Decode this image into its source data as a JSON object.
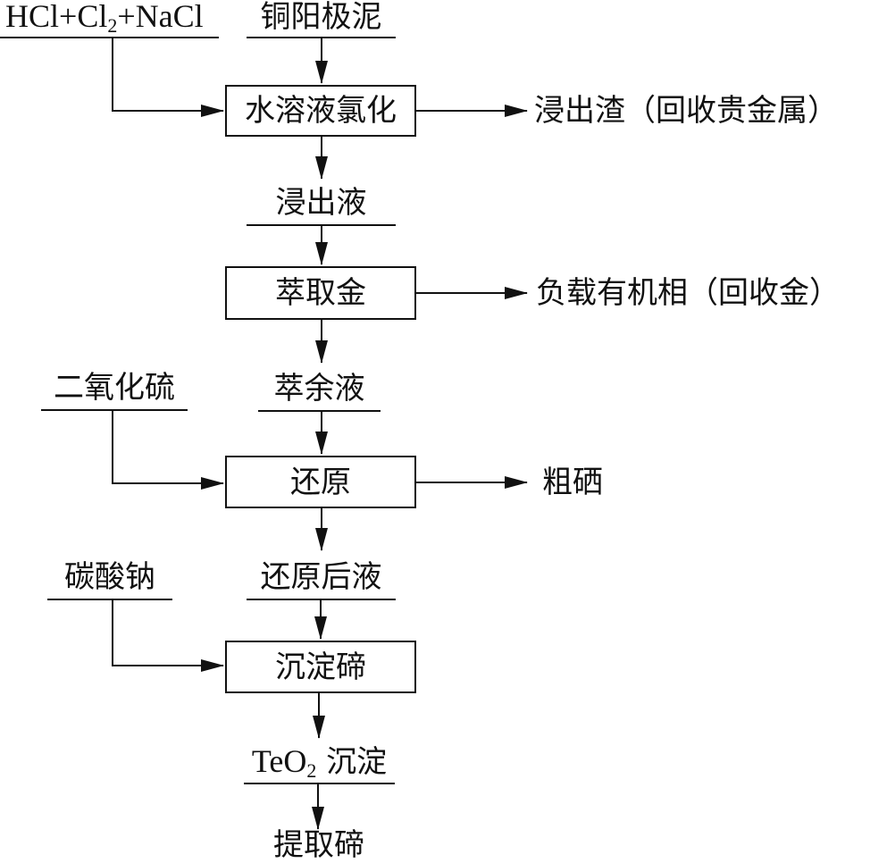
{
  "diagram": {
    "type": "process-flowchart",
    "inputs": {
      "step1_reagent": {
        "text_main": "HCl+Cl",
        "sub": "2",
        "text_tail": "+NaCl"
      },
      "step1_feed": "铜阳极泥",
      "step3_reagent": "二氧化硫",
      "step4_reagent": "碳酸钠"
    },
    "steps": [
      {
        "id": "chlorination",
        "label": "水溶液氯化"
      },
      {
        "id": "gold-extraction",
        "label": "萃取金"
      },
      {
        "id": "reduction",
        "label": "还原"
      },
      {
        "id": "tellurium-precipitation",
        "label": "沉淀碲"
      }
    ],
    "intermediates": {
      "leach_liquor": "浸出液",
      "raffinate": "萃余液",
      "reduced_liquor": "还原后液",
      "teo2_precipitate": {
        "formula_main": "TeO",
        "sub": "2",
        "suffix": " 沉淀"
      }
    },
    "outputs": {
      "leach_residue": "浸出渣（回收贵金属）",
      "loaded_organic": "负载有机相（回收金）",
      "crude_selenium": "粗硒",
      "final": "提取碲"
    }
  }
}
